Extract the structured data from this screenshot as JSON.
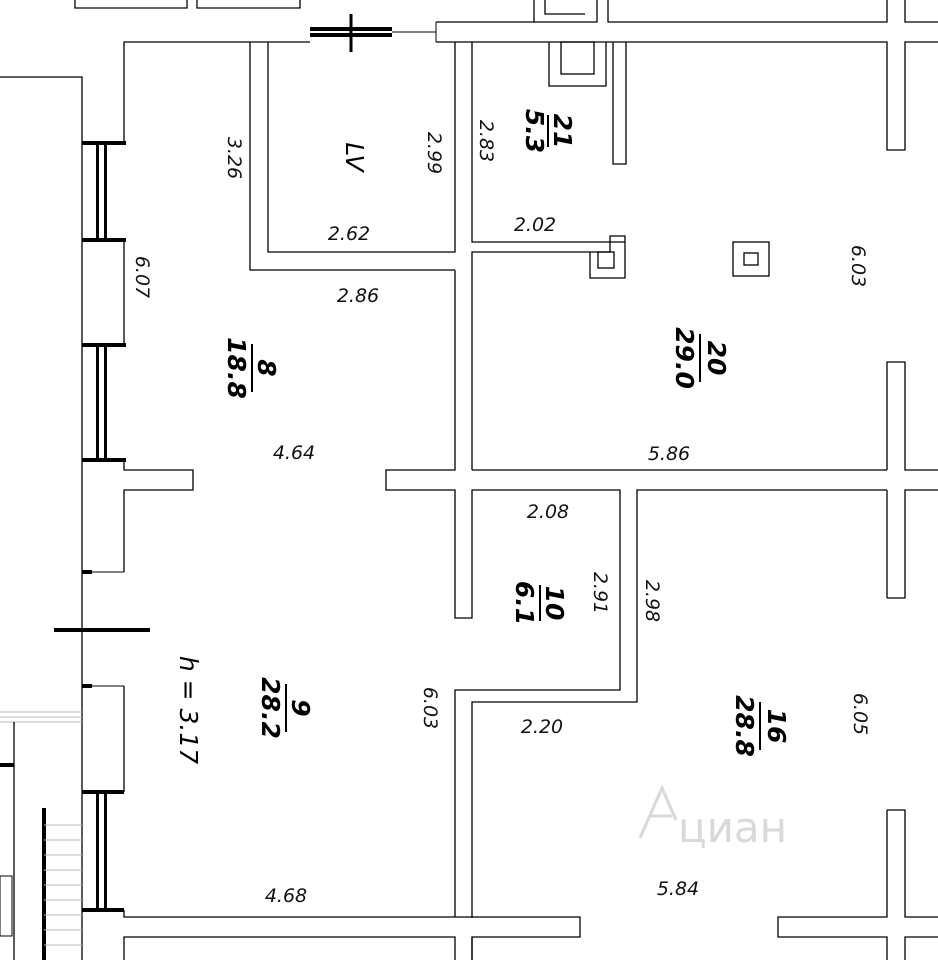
{
  "rooms": {
    "r21": {
      "number": "21",
      "area": "5.3"
    },
    "r20": {
      "number": "20",
      "area": "29.0"
    },
    "r8": {
      "number": "8",
      "area": "18.8"
    },
    "r9": {
      "number": "9",
      "area": "28.2"
    },
    "r10": {
      "number": "10",
      "area": "6.1"
    },
    "r16": {
      "number": "16",
      "area": "28.8"
    },
    "lv": {
      "label": "LV"
    }
  },
  "ceiling_height": "h = 3.17",
  "dimensions": {
    "d326": "3.26",
    "d299": "2.99",
    "d283": "2.83",
    "d262": "2.62",
    "d202": "2.02",
    "d603a": "6.03",
    "d607": "6.07",
    "d286": "2.86",
    "d464": "4.64",
    "d586": "5.86",
    "d208": "2.08",
    "d291": "2.91",
    "d298": "2.98",
    "d603b": "6.03",
    "d605": "6.05",
    "d220": "2.20",
    "d468": "4.68",
    "d584": "5.84"
  },
  "watermark": "циан"
}
